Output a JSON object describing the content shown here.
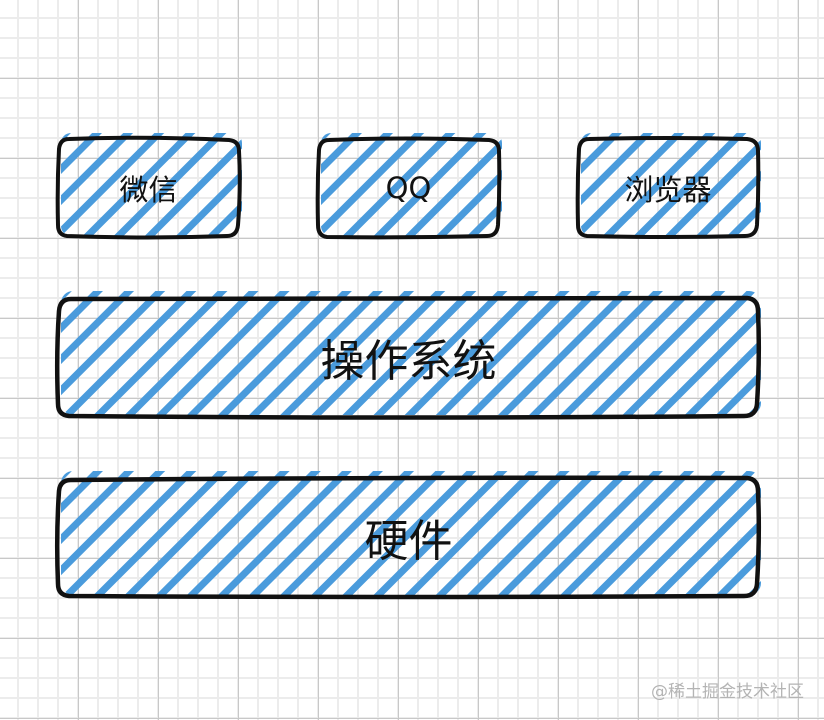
{
  "diagram": {
    "title": "",
    "colors": {
      "hatch": "#4a9bdc",
      "outline": "#111111",
      "grid_minor": "#ececec",
      "grid_major": "#c8c8c8",
      "background": "#ffffff"
    },
    "apps": [
      {
        "id": "wechat",
        "label": "微信"
      },
      {
        "id": "qq",
        "label": "QQ"
      },
      {
        "id": "browser",
        "label": "浏览器"
      }
    ],
    "os": {
      "label": "操作系统"
    },
    "hardware": {
      "label": "硬件"
    }
  },
  "watermark": "@稀土掘金技术社区"
}
